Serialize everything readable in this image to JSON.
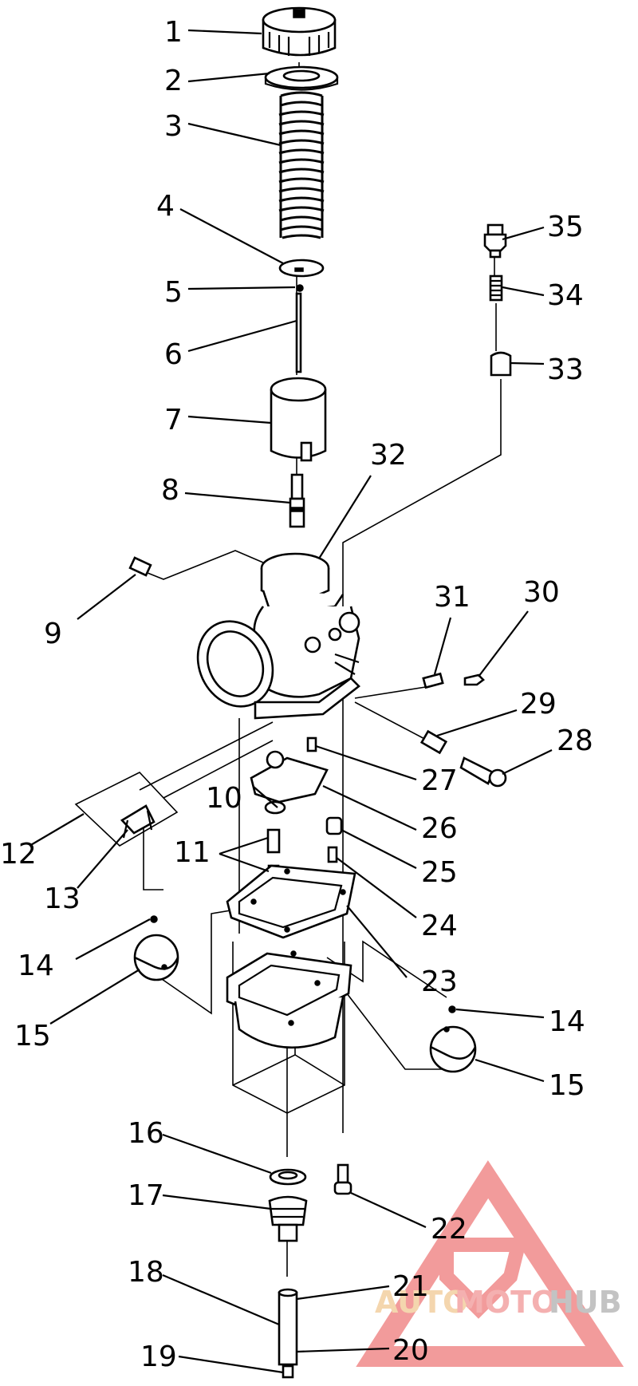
{
  "diagram": {
    "parts": [
      {
        "id": "1",
        "text": "1"
      },
      {
        "id": "2",
        "text": "2"
      },
      {
        "id": "3",
        "text": "3"
      },
      {
        "id": "4",
        "text": "4"
      },
      {
        "id": "5",
        "text": "5"
      },
      {
        "id": "6",
        "text": "6"
      },
      {
        "id": "7",
        "text": "7"
      },
      {
        "id": "8",
        "text": "8"
      },
      {
        "id": "9",
        "text": "9"
      },
      {
        "id": "10",
        "text": "10"
      },
      {
        "id": "11",
        "text": "11"
      },
      {
        "id": "12",
        "text": "12"
      },
      {
        "id": "13",
        "text": "13"
      },
      {
        "id": "14a",
        "text": "14"
      },
      {
        "id": "15a",
        "text": "15"
      },
      {
        "id": "14b",
        "text": "14"
      },
      {
        "id": "15b",
        "text": "15"
      },
      {
        "id": "16",
        "text": "16"
      },
      {
        "id": "17",
        "text": "17"
      },
      {
        "id": "18",
        "text": "18"
      },
      {
        "id": "19",
        "text": "19"
      },
      {
        "id": "20",
        "text": "20"
      },
      {
        "id": "21",
        "text": "21"
      },
      {
        "id": "22",
        "text": "22"
      },
      {
        "id": "23",
        "text": "23"
      },
      {
        "id": "24",
        "text": "24"
      },
      {
        "id": "25",
        "text": "25"
      },
      {
        "id": "26",
        "text": "26"
      },
      {
        "id": "27",
        "text": "27"
      },
      {
        "id": "28",
        "text": "28"
      },
      {
        "id": "29",
        "text": "29"
      },
      {
        "id": "30",
        "text": "30"
      },
      {
        "id": "31",
        "text": "31"
      },
      {
        "id": "32",
        "text": "32"
      },
      {
        "id": "33",
        "text": "33"
      },
      {
        "id": "34",
        "text": "34"
      },
      {
        "id": "35",
        "text": "35"
      }
    ]
  },
  "watermark": {
    "word_a": "AUTO",
    "word_b": "MOTO",
    "word_c": "HUB",
    "colors": {
      "a": "#f3cfa0",
      "b": "#f3a3a3",
      "c": "#b9b9b9",
      "triangle": "#f08a8a"
    }
  }
}
